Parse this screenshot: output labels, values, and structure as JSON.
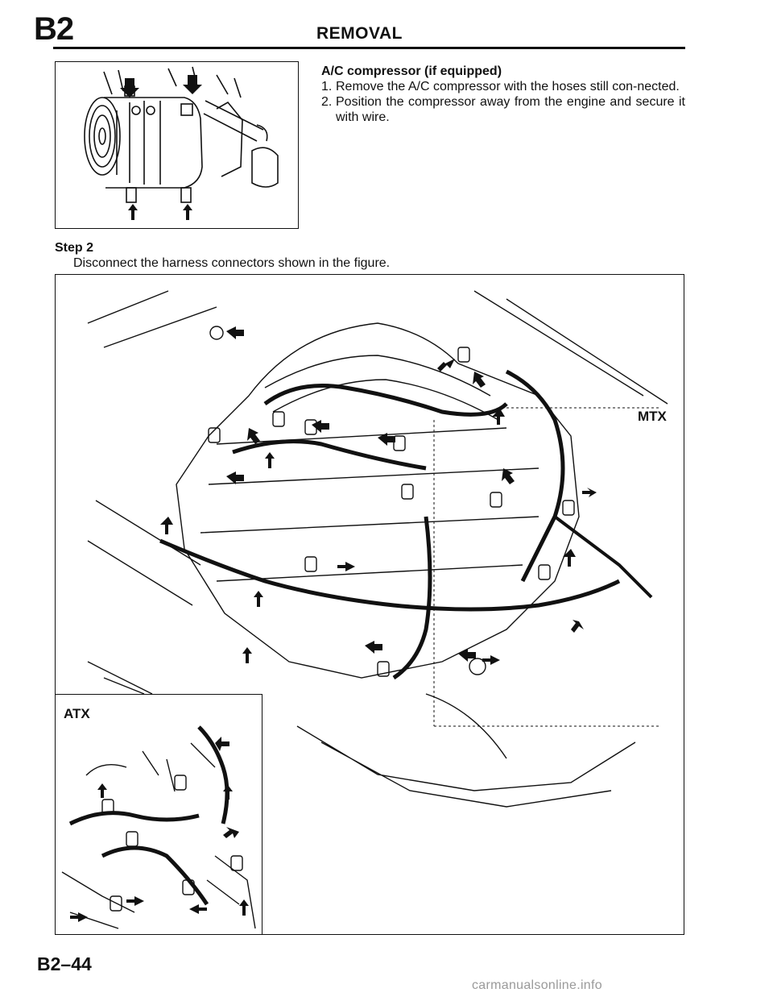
{
  "header": {
    "section_code": "B2",
    "title": "REMOVAL"
  },
  "ac_compressor": {
    "title": "A/C compressor (if equipped)",
    "steps": [
      {
        "num": "1.",
        "text": "Remove the A/C compressor with the hoses still con-nected."
      },
      {
        "num": "2.",
        "text": "Position the compressor away from the engine and secure it with wire."
      }
    ]
  },
  "step2": {
    "label": "Step 2",
    "text": "Disconnect the harness connectors shown in the figure."
  },
  "figure": {
    "label_mtx": "MTX",
    "label_atx": "ATX"
  },
  "footer": {
    "page_number": "B2–44",
    "watermark": "carmanualsonline.info"
  },
  "icons": [
    "arrow-icon",
    "bolt-icon",
    "connector-icon"
  ]
}
